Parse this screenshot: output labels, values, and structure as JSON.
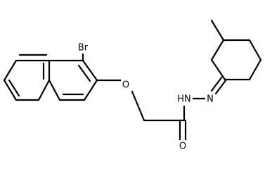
{
  "structure": {
    "atoms": {
      "bromine": "Br",
      "ether_oxygen": "O",
      "hydrazide_nitrogens": "HN",
      "hydrazone_nitrogen": "N",
      "carbonyl_oxygen": "O"
    }
  },
  "colors": {
    "bond": "#000000",
    "label": "#000000",
    "background": "#ffffff"
  }
}
